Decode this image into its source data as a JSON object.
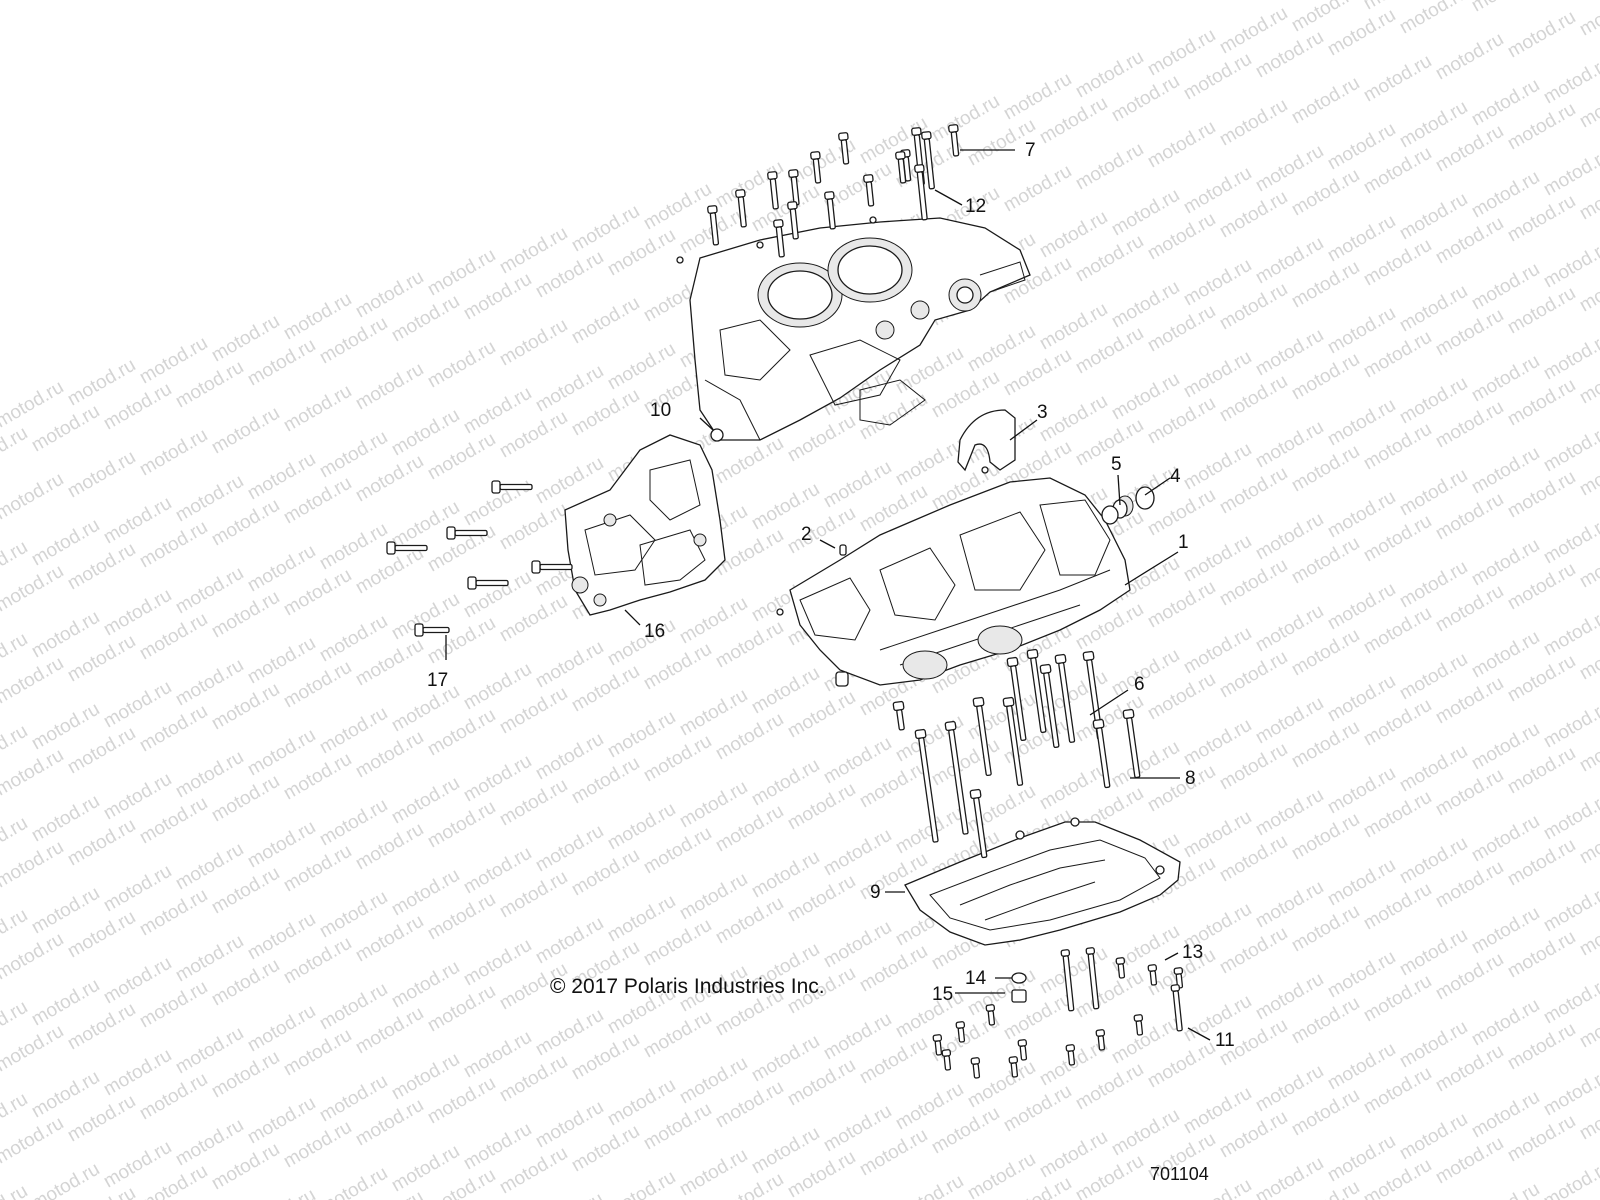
{
  "watermark": {
    "text": "motod.ru"
  },
  "callouts": [
    {
      "id": "1",
      "label": "1"
    },
    {
      "id": "2",
      "label": "2"
    },
    {
      "id": "3",
      "label": "3"
    },
    {
      "id": "4",
      "label": "4"
    },
    {
      "id": "5",
      "label": "5"
    },
    {
      "id": "6",
      "label": "6"
    },
    {
      "id": "7",
      "label": "7"
    },
    {
      "id": "8",
      "label": "8"
    },
    {
      "id": "9",
      "label": "9"
    },
    {
      "id": "10",
      "label": "10"
    },
    {
      "id": "11",
      "label": "11"
    },
    {
      "id": "12",
      "label": "12"
    },
    {
      "id": "13",
      "label": "13"
    },
    {
      "id": "14",
      "label": "14"
    },
    {
      "id": "15",
      "label": "15"
    },
    {
      "id": "16",
      "label": "16"
    },
    {
      "id": "17",
      "label": "17"
    }
  ],
  "copyright": "© 2017 Polaris Industries Inc.",
  "figure_number": "701104",
  "colors": {
    "line": "#1a1a1a",
    "watermark": "#d4d4d4",
    "background": "#ffffff"
  }
}
